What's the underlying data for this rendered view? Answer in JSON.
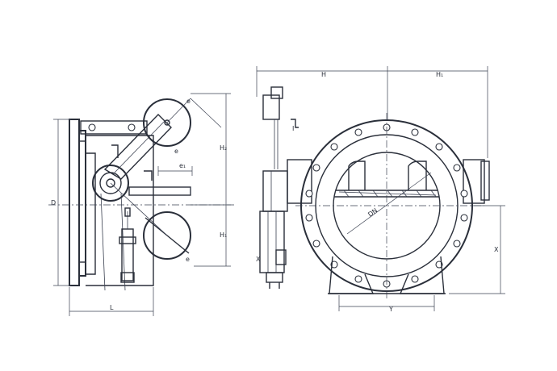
{
  "labels": {
    "D": "D",
    "L": "L",
    "H": "H",
    "H1": "H₁",
    "H2": "H₂",
    "e1": "e₁",
    "e": "e",
    "e_upper": "e",
    "DN": "DN",
    "X": "X",
    "Y": "Y",
    "I": "I"
  },
  "colors": {
    "ink": "#2a2f3a",
    "paper": "#ffffff"
  }
}
